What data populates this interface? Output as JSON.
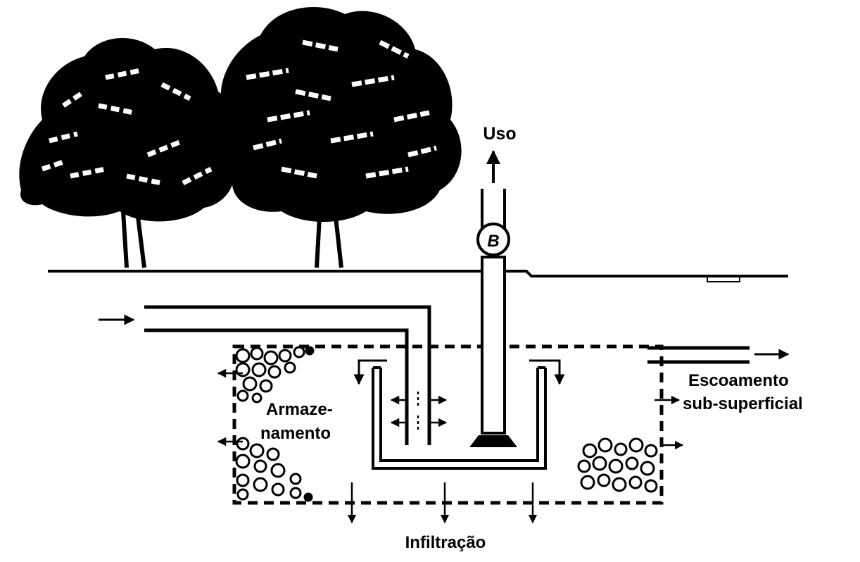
{
  "labels": {
    "uso": "Uso",
    "pump": "B",
    "armaze": "Armaze-",
    "namento": "namento",
    "escoamento": "Escoamento",
    "subsuperficial": "sub-superficial",
    "infiltracao": "Infiltração"
  },
  "colors": {
    "ink": "#000000",
    "background": "#ffffff"
  }
}
